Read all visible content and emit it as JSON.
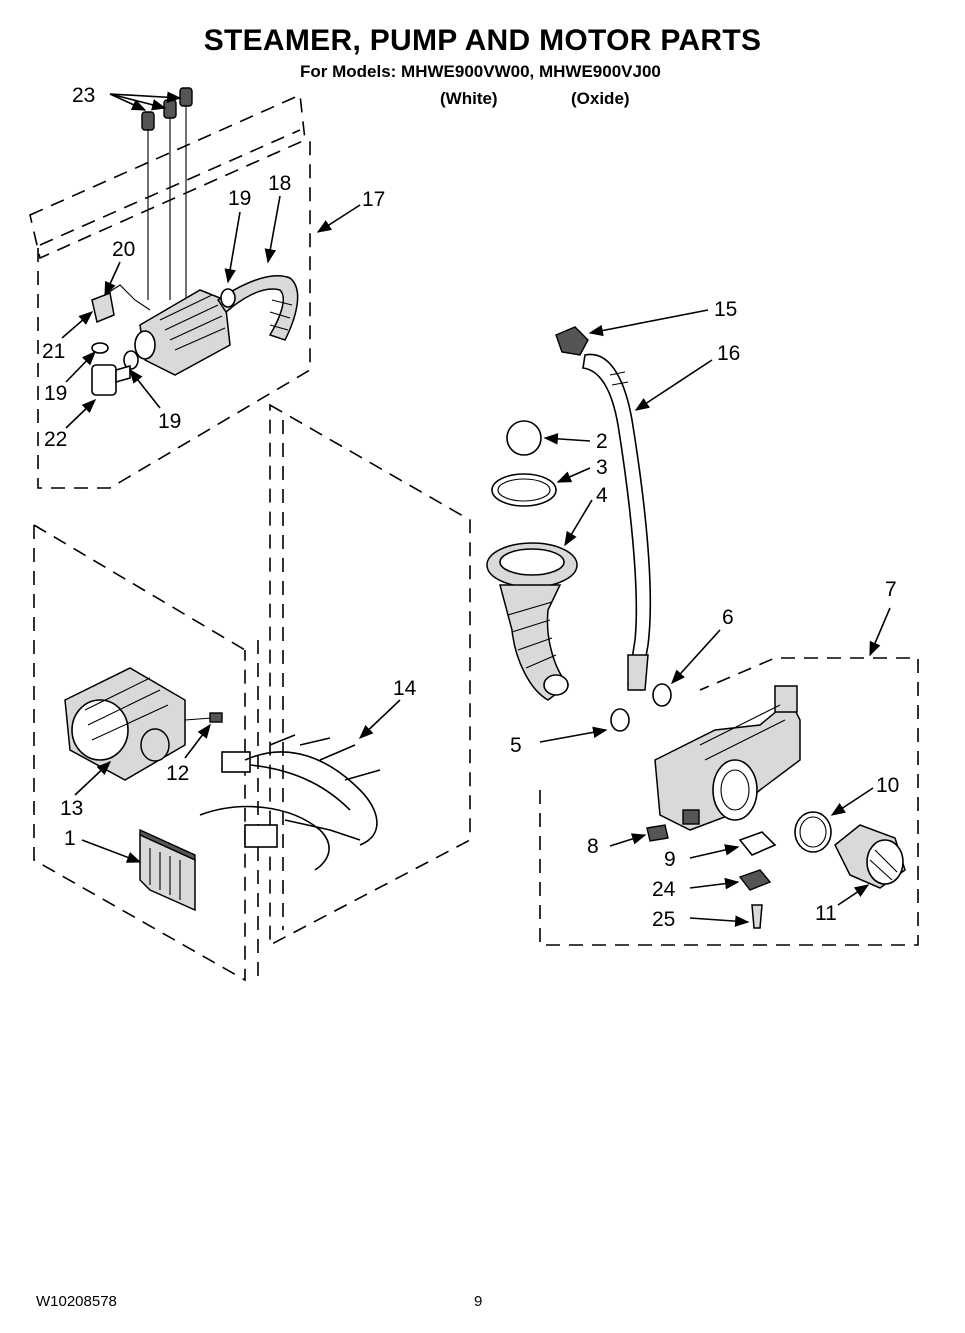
{
  "header": {
    "title": "STEAMER, PUMP AND MOTOR PARTS",
    "models_line": "For Models: MHWE900VW00, MHWE900VJ00",
    "variant_white": "(White)",
    "variant_oxide": "(Oxide)"
  },
  "footer": {
    "doc_number": "W10208578",
    "page_number": "9"
  },
  "callouts": {
    "c1": "1",
    "c2": "2",
    "c3": "3",
    "c4": "4",
    "c5": "5",
    "c6": "6",
    "c7": "7",
    "c8": "8",
    "c9": "9",
    "c10": "10",
    "c11": "11",
    "c12": "12",
    "c13": "13",
    "c14": "14",
    "c15": "15",
    "c16": "16",
    "c17": "17",
    "c18": "18",
    "c19": "19",
    "c20": "20",
    "c21": "21",
    "c22": "22",
    "c23": "23",
    "c24": "24",
    "c25": "25"
  }
}
